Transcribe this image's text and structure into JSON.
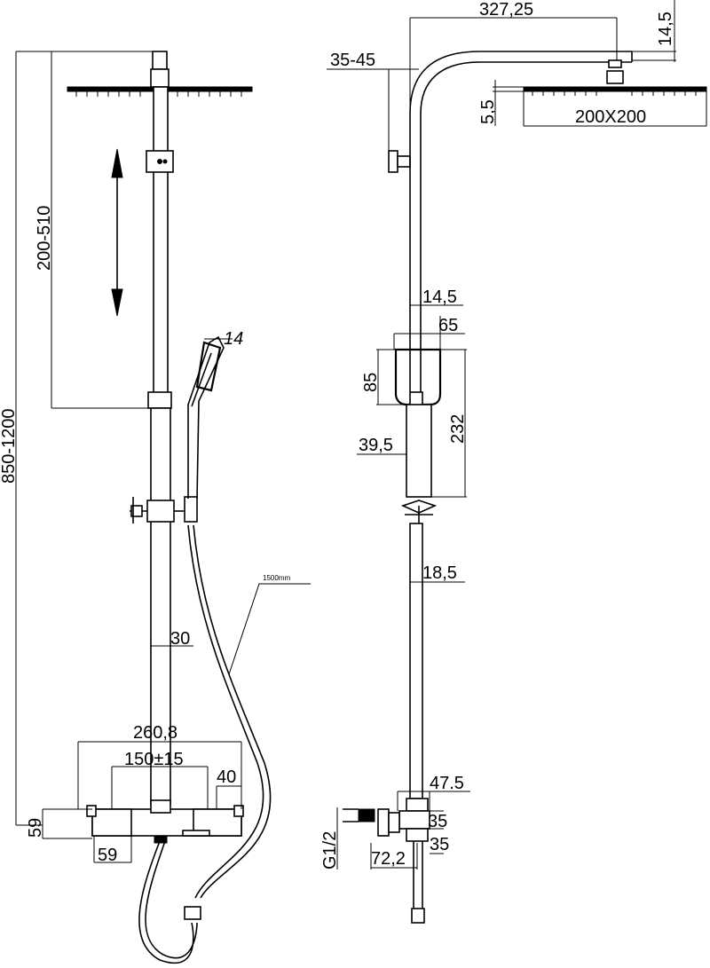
{
  "front_view": {
    "height_total": "850-1200",
    "height_adjust": "200-510",
    "handshower_width": "14",
    "hose_length": "1500mm",
    "pipe_diameter": "30",
    "mixer_width": "260,8",
    "inlet_spacing": "150±15",
    "knob_width": "40",
    "side_height": "59",
    "side_width": "59"
  },
  "side_view": {
    "arm_length": "327,25",
    "arm_height": "14,5",
    "bracket_offset": "35-45",
    "head_thickness": "5,5",
    "head_size": "200X200",
    "tube_diameter_upper": "14,5",
    "holder_width": "65",
    "holder_height": "85",
    "holder_total": "232",
    "holder_pipe": "39,5",
    "lower_tube": "18,5",
    "valve_width": "47.5",
    "valve_depth_1": "35",
    "valve_depth_2": "35",
    "thread": "G1/2",
    "inlet_offset": "72,2"
  }
}
